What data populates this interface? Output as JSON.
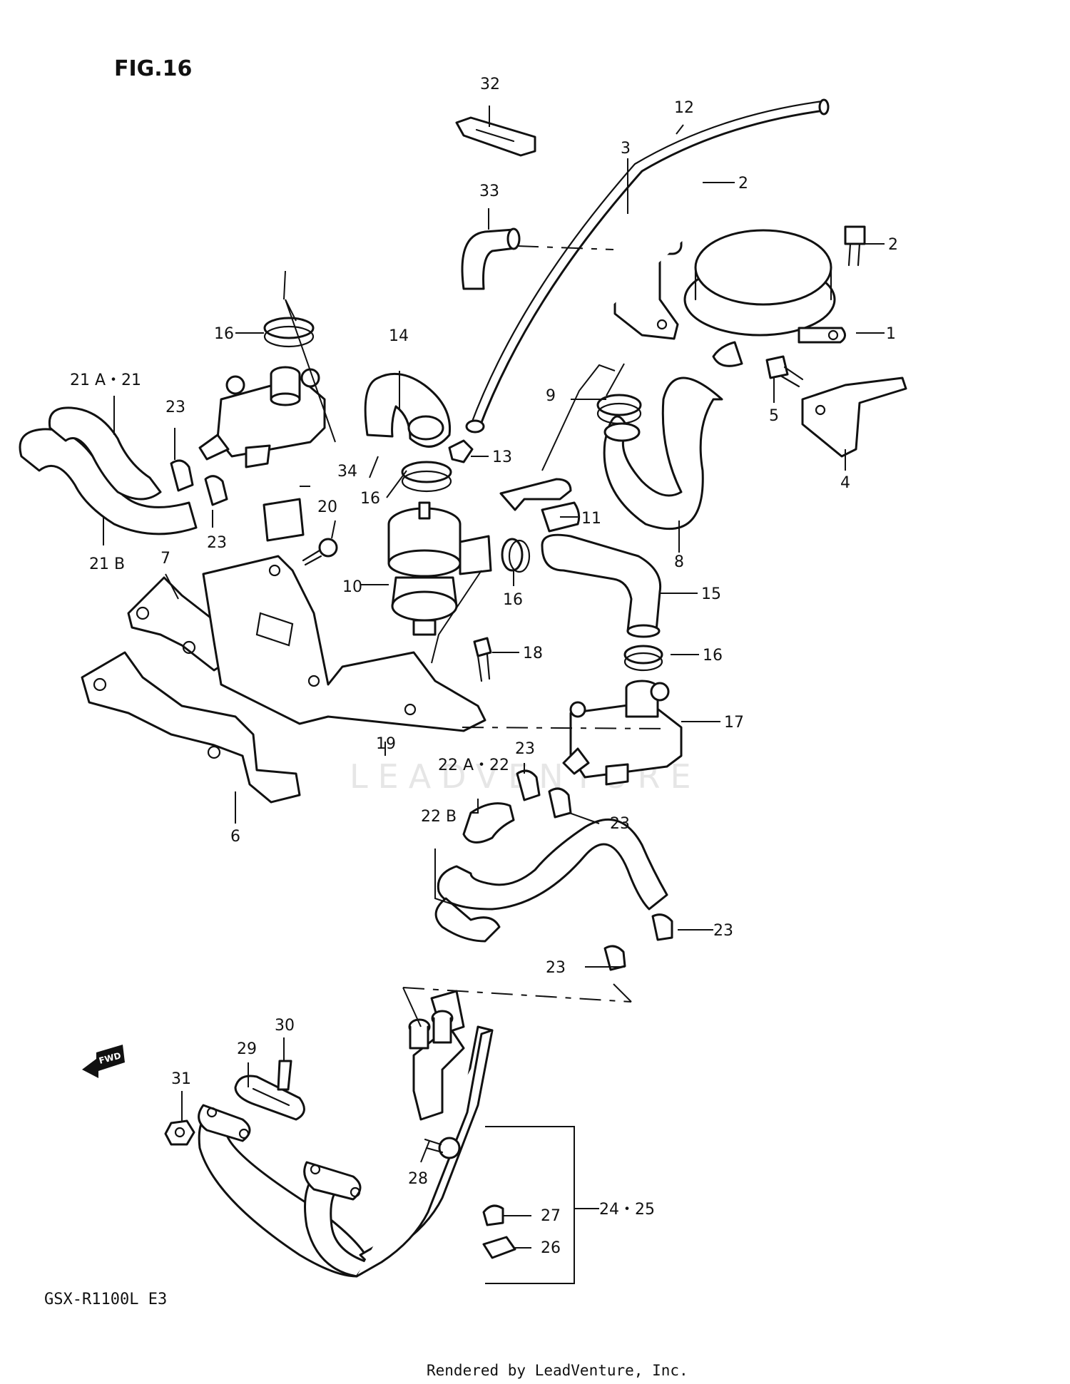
{
  "figure_title": "FIG.16",
  "model_code": "GSX-R1100L E3",
  "render_credit": "Rendered by LeadVenture, Inc.",
  "watermark": "LEADVENTURE",
  "fwd_label": "FWD",
  "callouts": {
    "c1": "1",
    "c2a": "2",
    "c2b": "2",
    "c3": "3",
    "c4": "4",
    "c5": "5",
    "c6": "6",
    "c7": "7",
    "c8": "8",
    "c9": "9",
    "c10": "10",
    "c11": "11",
    "c12": "12",
    "c13": "13",
    "c14": "14",
    "c15": "15",
    "c16a": "16",
    "c16b": "16",
    "c16c": "16",
    "c16d": "16",
    "c17": "17",
    "c18": "18",
    "c19": "19",
    "c20": "20",
    "c21a": "21 A・21",
    "c21b": "21 B",
    "c22a": "22 A・22",
    "c22b": "22 B",
    "c23a": "23",
    "c23b": "23",
    "c23c": "23",
    "c23d": "23",
    "c23e": "23",
    "c23f": "23",
    "c2425": "24・25",
    "c26": "26",
    "c27": "27",
    "c28": "28",
    "c29": "29",
    "c30": "30",
    "c31": "31",
    "c32": "32",
    "c33": "33",
    "c34": "34"
  }
}
